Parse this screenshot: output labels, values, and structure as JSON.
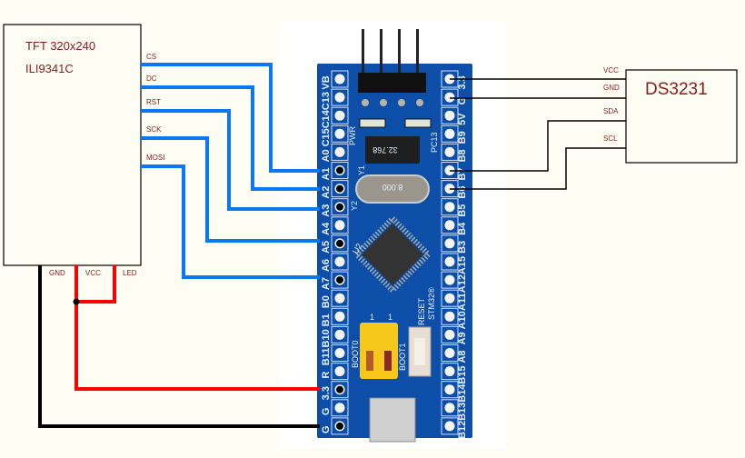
{
  "tft": {
    "title_line1": "TFT 320x240",
    "title_line2": "ILI9341C",
    "pins_right": [
      "CS",
      "DC",
      "RST",
      "SCK",
      "MOSI"
    ],
    "pins_bottom": [
      "GND",
      "VCC",
      "LED"
    ]
  },
  "rtc": {
    "title": "DS3231",
    "pins_left": [
      "VCC",
      "GND",
      "SDA",
      "SCL"
    ]
  },
  "board": {
    "name": "STM32®",
    "left_pins": [
      "VB",
      "C13",
      "C14",
      "C15",
      "A0",
      "A1",
      "A2",
      "A3",
      "A4",
      "A5",
      "A6",
      "A7",
      "B0",
      "B1",
      "B10",
      "B11",
      "R",
      "3.3",
      "G",
      "G"
    ],
    "right_pins": [
      "3.3",
      "G",
      "5V",
      "B9",
      "B8",
      "B7",
      "B6",
      "B5",
      "B4",
      "B3",
      "A15",
      "A12",
      "A11",
      "A10",
      "A9",
      "A8",
      "B15",
      "B14",
      "B13",
      "B12"
    ],
    "silkscreen": {
      "pwr": "PWR",
      "pc13": "PC13",
      "y1": "Y1",
      "y2": "Y2",
      "u2": "U2",
      "reset": "RESET",
      "boot0": "BOOT0",
      "boot1": "BOOT1",
      "crystal_main": "8.000",
      "crystal_rtc": "32.768",
      "jumper_mark": "1"
    }
  },
  "connections": [
    {
      "from": "TFT.CS",
      "to": "A1",
      "color": "#0a78f0"
    },
    {
      "from": "TFT.DC",
      "to": "A2",
      "color": "#0a78f0"
    },
    {
      "from": "TFT.RST",
      "to": "A3",
      "color": "#0a78f0"
    },
    {
      "from": "TFT.SCK",
      "to": "A5",
      "color": "#0a78f0"
    },
    {
      "from": "TFT.MOSI",
      "to": "A7",
      "color": "#0a78f0"
    },
    {
      "from": "TFT.VCC",
      "to": "3.3",
      "color": "#ff0000"
    },
    {
      "from": "TFT.LED",
      "to": "TFT.VCC",
      "color": "#ff0000"
    },
    {
      "from": "TFT.GND",
      "to": "G",
      "color": "#000000"
    },
    {
      "from": "DS3231.VCC",
      "to": "3.3 (right)",
      "color": "#000000"
    },
    {
      "from": "DS3231.GND",
      "to": "G (right)",
      "color": "#000000"
    },
    {
      "from": "DS3231.SDA",
      "to": "B7",
      "color": "#000000"
    },
    {
      "from": "DS3231.SCL",
      "to": "B6",
      "color": "#000000"
    }
  ],
  "colors": {
    "background": "#fdfdf3",
    "label": "#8b1a1a",
    "spi_wire": "#0a78f0",
    "power_wire": "#ff0000",
    "ground_wire": "#000000",
    "pcb": "#0d4fa8"
  }
}
